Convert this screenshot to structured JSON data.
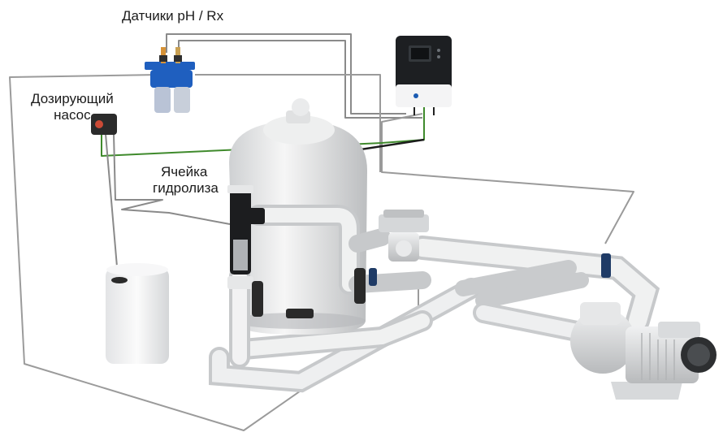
{
  "labels": {
    "sensors": "Датчики pH / Rx",
    "dosing_pump_line1": "Дозирующий",
    "dosing_pump_line2": "насос",
    "hydrolysis_cell_line1": "Ячейка",
    "hydrolysis_cell_line2": "гидролиза"
  },
  "colors": {
    "pipe": "#eceded",
    "pipe_shade": "#c9cbcc",
    "cable_gray": "#8a8a8a",
    "cable_green": "#3f8a2c",
    "controller_body": "#1d1f22",
    "sensor_blue": "#1f5fbf",
    "valve_dark": "#2a2a2a"
  },
  "icons": [
    "controller-unit",
    "ph-rx-sensor-holder",
    "dosing-pump",
    "chemical-tank",
    "sand-filter",
    "hydrolysis-cell",
    "multiport-valve",
    "pool-pump"
  ]
}
